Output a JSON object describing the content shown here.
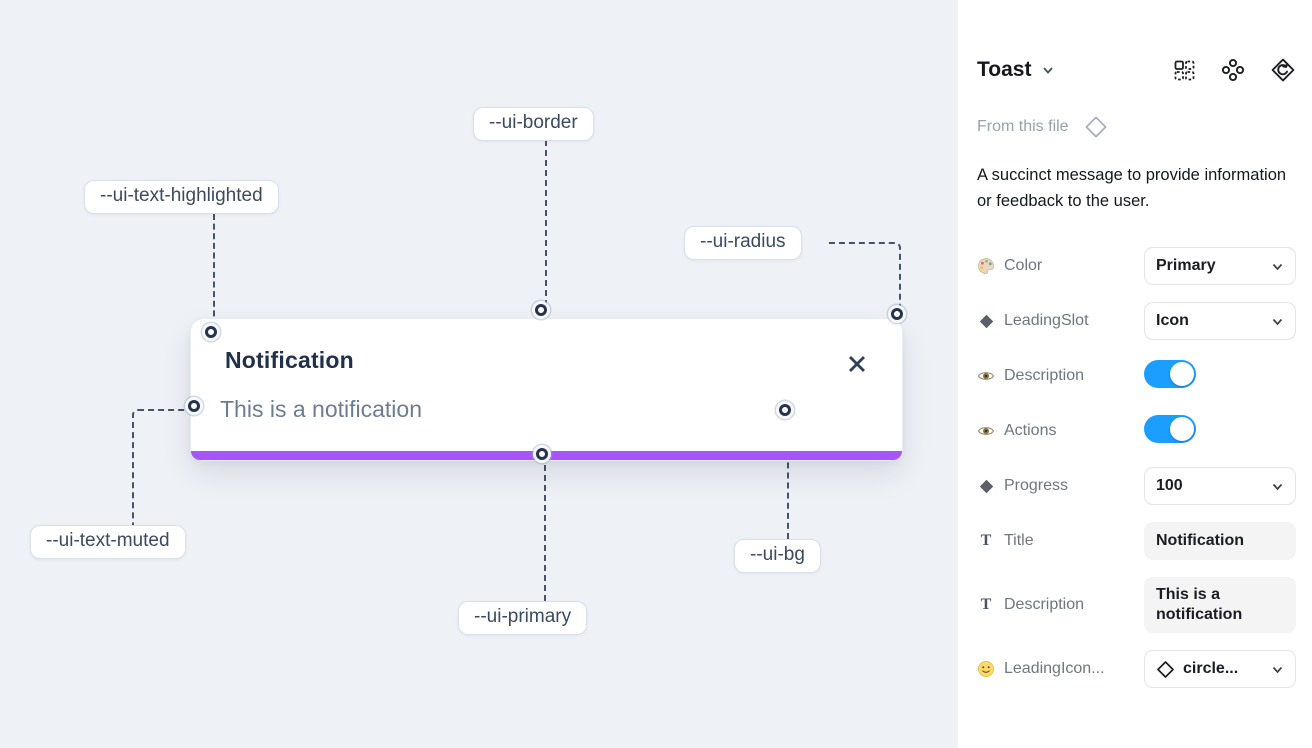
{
  "canvas": {
    "toast": {
      "title": "Notification",
      "description": "This is a notification"
    },
    "callouts": [
      {
        "label": "--ui-border"
      },
      {
        "label": "--ui-text-highlighted"
      },
      {
        "label": "--ui-radius"
      },
      {
        "label": "--ui-text-muted"
      },
      {
        "label": "--ui-primary"
      },
      {
        "label": "--ui-bg"
      }
    ]
  },
  "panel": {
    "title": "Toast",
    "source_label": "From this file",
    "description": "A succinct message to provide information or feedback to the user.",
    "rows": [
      {
        "icon": "palette-icon",
        "label": "Color",
        "control": "select",
        "value": "Primary"
      },
      {
        "icon": "diamond-icon",
        "label": "LeadingSlot",
        "control": "select",
        "value": "Icon"
      },
      {
        "icon": "eye-icon",
        "label": "Description",
        "control": "toggle",
        "value": "on"
      },
      {
        "icon": "eye-icon",
        "label": "Actions",
        "control": "toggle",
        "value": "on"
      },
      {
        "icon": "diamond-icon",
        "label": "Progress",
        "control": "select",
        "value": "100"
      },
      {
        "icon": "text-icon",
        "label": "Title",
        "control": "field",
        "value": "Notification"
      },
      {
        "icon": "text-icon",
        "label": "Description",
        "control": "field",
        "value": "This is a notification"
      },
      {
        "icon": "smiley-icon",
        "label": "LeadingIcon...",
        "control": "icon-select",
        "value": "circle..."
      }
    ],
    "text_type_glyph": "T"
  },
  "colors": {
    "primary_accent": "#a855f7",
    "toggle_on": "#1c9eff"
  }
}
